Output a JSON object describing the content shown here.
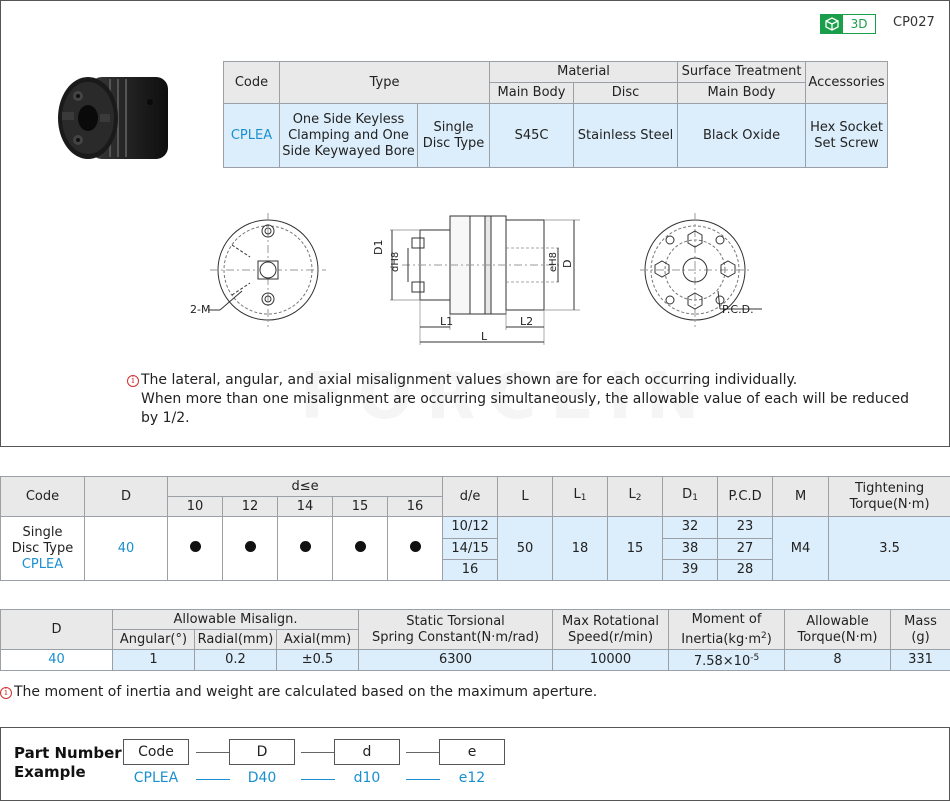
{
  "header": {
    "badge_3d": "3D",
    "product_code": "CP027"
  },
  "spec_table": {
    "headers": {
      "code": "Code",
      "type": "Type",
      "material": "Material",
      "surface_treatment": "Surface Treatment",
      "accessories": "Accessories",
      "main_body": "Main Body",
      "disc": "Disc",
      "surface_main_body": "Main Body"
    },
    "row": {
      "code": "CPLEA",
      "type_clamp": "One Side Keyless Clamping and One Side Keywayed Bore",
      "type_disc": "Single Disc Type",
      "main_body": "S45C",
      "disc": "Stainless Steel",
      "surface": "Black Oxide",
      "accessories": "Hex Socket Set Screw"
    }
  },
  "drawing_labels": {
    "two_m": "2-M",
    "d1": "D1",
    "dh8": "dH8",
    "eh8": "eH8",
    "d_big": "D",
    "l1": "L1",
    "l2": "L2",
    "l": "L",
    "pcd": "P.C.D."
  },
  "note_1": {
    "line1": "The lateral, angular, and axial misalignment values shown are for each occurring individually.",
    "line2": "When more than one misalignment are occurring simultaneously, the allowable value of each will be reduced by 1/2."
  },
  "watermark": "FORCEIN",
  "dim_table": {
    "headers": {
      "code": "Code",
      "d_col": "D",
      "d_le_e": "d≤e",
      "d_sizes": [
        "10",
        "12",
        "14",
        "15",
        "16"
      ],
      "de": "d/e",
      "l": "L",
      "l1": "L",
      "l1_sub": "1",
      "l2": "L",
      "l2_sub": "2",
      "d1": "D",
      "d1_sub": "1",
      "pcd": "P.C.D",
      "m": "M",
      "torque": "Tightening Torque(N·m)"
    },
    "row": {
      "code_line1": "Single",
      "code_line2": "Disc Type",
      "code_line3": "CPLEA",
      "d_value": "40",
      "de_values": [
        "10/12",
        "14/15",
        "16"
      ],
      "l": "50",
      "l1": "18",
      "l2": "15",
      "d1_values": [
        "32",
        "38",
        "39"
      ],
      "pcd_values": [
        "23",
        "27",
        "28"
      ],
      "m": "M4",
      "torque": "3.5"
    }
  },
  "perf_table": {
    "headers": {
      "d_col": "D",
      "misalign": "Allowable Misalign.",
      "angular": "Angular(°)",
      "radial": "Radial(mm)",
      "axial": "Axial(mm)",
      "static_line1": "Static Torsional",
      "static_line2": "Spring Constant(N·m/rad)",
      "speed_line1": "Max Rotational",
      "speed_line2": "Speed(r/min)",
      "moment_line1": "Moment of",
      "moment_line2": "Inertia(kg·m",
      "moment_sup": "2",
      "moment_close": ")",
      "torque_line1": "Allowable",
      "torque_line2": "Torque(N·m)",
      "mass_line1": "Mass",
      "mass_line2": "(g)"
    },
    "row": {
      "d": "40",
      "angular": "1",
      "radial": "0.2",
      "axial": "±0.5",
      "static": "6300",
      "speed": "10000",
      "moment_base": "7.58×10",
      "moment_exp": "-5",
      "torque": "8",
      "mass": "331"
    }
  },
  "note_2": "The moment of inertia and weight are calculated based on the maximum aperture.",
  "part_number": {
    "title_line1": "Part Number",
    "title_line2": "Example",
    "fields": [
      "Code",
      "D",
      "d",
      "e"
    ],
    "values": [
      "CPLEA",
      "D40",
      "d10",
      "e12"
    ]
  },
  "colors": {
    "accent_blue": "#1a8fd0",
    "light_blue_fill": "#dceefb",
    "header_gray": "#e9e9e9",
    "badge_green": "#1a9e4a"
  }
}
